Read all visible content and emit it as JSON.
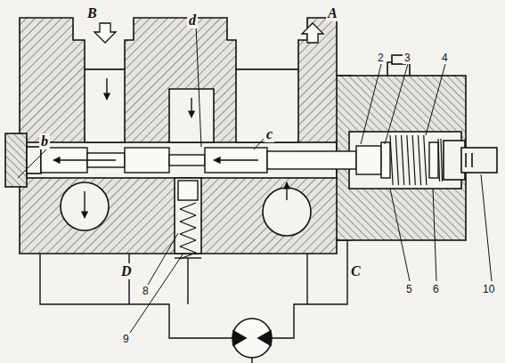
{
  "diagram": {
    "labels": [
      "B",
      "A",
      "d",
      "c",
      "b",
      "2",
      "3",
      "4",
      "5",
      "6",
      "10",
      "8",
      "9",
      "D",
      "C"
    ]
  }
}
